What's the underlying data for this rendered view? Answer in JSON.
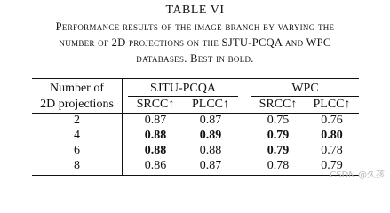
{
  "caption": {
    "label": "TABLE VI",
    "line1": "Performance results of the image branch by varying the",
    "line2": "number of 2D projections on the SJTU-PCQA and WPC",
    "line3": "databases. Best in bold."
  },
  "table": {
    "row_header_line1": "Number of",
    "row_header_line2": "2D projections",
    "groups": [
      "SJTU-PCQA",
      "WPC"
    ],
    "columns": [
      "SRCC↑",
      "PLCC↑",
      "SRCC↑",
      "PLCC↑"
    ],
    "rows": [
      {
        "projections": "2",
        "values": [
          "0.87",
          "0.87",
          "0.75",
          "0.76"
        ],
        "bold": [
          false,
          false,
          false,
          false
        ]
      },
      {
        "projections": "4",
        "values": [
          "0.88",
          "0.89",
          "0.79",
          "0.80"
        ],
        "bold": [
          true,
          true,
          true,
          true
        ]
      },
      {
        "projections": "6",
        "values": [
          "0.88",
          "0.88",
          "0.79",
          "0.78"
        ],
        "bold": [
          true,
          false,
          true,
          false
        ]
      },
      {
        "projections": "8",
        "values": [
          "0.86",
          "0.87",
          "0.78",
          "0.79"
        ],
        "bold": [
          false,
          false,
          false,
          false
        ]
      }
    ]
  },
  "watermark": "CSDN @久孩"
}
